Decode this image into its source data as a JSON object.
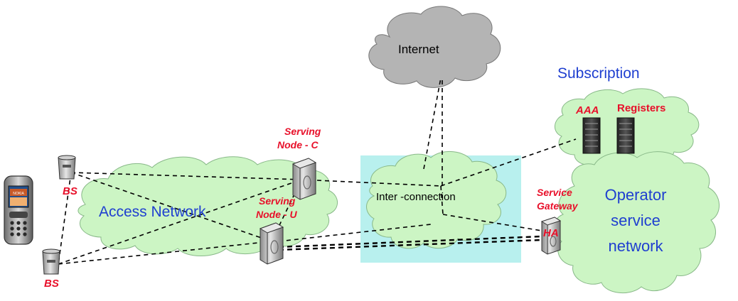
{
  "labels": {
    "internet": "Internet",
    "subscription": "Subscription",
    "aaa": "AAA",
    "registers": "Registers",
    "serving_node_c_line1": "Serving",
    "serving_node_c_line2": "Node  - C",
    "serving_node_u_line1": "Serving",
    "serving_node_u_line2": "Node  - U",
    "interconnection": "Inter  -connection",
    "access_network": "Access Network",
    "service_gateway_line1": "Service",
    "service_gateway_line2": "Gateway",
    "ha": "HA",
    "operator_line1": "Operator",
    "operator_line2": "service",
    "operator_line3": "network",
    "bs_top": "BS",
    "bs_bottom": "BS",
    "phone_brand": "NOKIA"
  },
  "colors": {
    "cloud_green": "#ccf5c4",
    "cloud_gray": "#b4b4b4",
    "interconnect_box": "#b8f0ee",
    "label_blue": "#1f3fd0",
    "label_red": "#e8102a"
  },
  "icons": {
    "phone": "mobile-phone-icon",
    "base_station": "base-station-icon",
    "server": "server-icon",
    "rack": "server-rack-icon"
  }
}
